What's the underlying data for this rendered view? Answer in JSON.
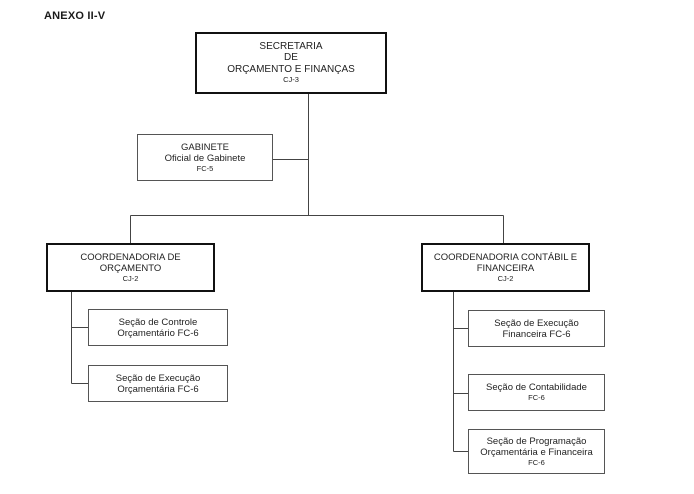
{
  "page": {
    "title": "ANEXO II-V"
  },
  "secretaria": {
    "lines": [
      "SECRETARIA",
      "DE",
      "ORÇAMENTO E FINANÇAS"
    ],
    "code": "CJ-3"
  },
  "gabinete": {
    "lines": [
      "GABINETE",
      "Oficial de Gabinete"
    ],
    "code": "FC-5"
  },
  "coord_orcamento": {
    "lines": [
      "COORDENADORIA DE",
      "ORÇAMENTO"
    ],
    "code": "CJ-2"
  },
  "coord_contabil": {
    "lines": [
      "COORDENADORIA CONTÁBIL E",
      "FINANCEIRA"
    ],
    "code": "CJ-2"
  },
  "secao_controle": {
    "lines": [
      "Seção de Controle",
      "Orçamentário FC-6"
    ]
  },
  "secao_exec_orc": {
    "lines": [
      "Seção de Execução",
      "Orçamentária FC-6"
    ]
  },
  "secao_exec_fin": {
    "lines": [
      "Seção de Execução",
      "Financeira FC-6"
    ]
  },
  "secao_contab": {
    "lines": [
      "Seção de Contabilidade"
    ],
    "code": "FC-6"
  },
  "secao_prog": {
    "lines": [
      "Seção de Programação",
      "Orçamentária e Financeira"
    ],
    "code": "FC-6"
  }
}
